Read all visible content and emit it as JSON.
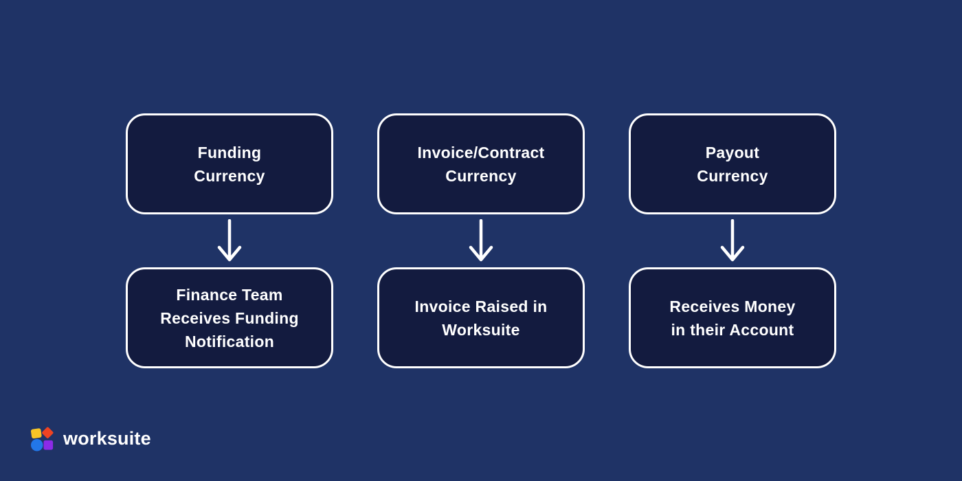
{
  "theme": {
    "bg": "#1f3366",
    "box-bg": "#131b3f",
    "box-border": "#ffffff",
    "text": "#ffffff",
    "arrow": "#ffffff"
  },
  "columns": [
    {
      "top_lines": [
        "Funding",
        "Currency"
      ],
      "bottom_lines": [
        "Finance Team",
        "Receives Funding",
        "Notification"
      ]
    },
    {
      "top_lines": [
        "Invoice/Contract",
        "Currency"
      ],
      "bottom_lines": [
        "Invoice Raised in",
        "Worksuite"
      ]
    },
    {
      "top_lines": [
        "Payout",
        "Currency"
      ],
      "bottom_lines": [
        "Receives Money",
        "in their Account"
      ]
    }
  ],
  "logo": {
    "text": "worksuite",
    "colors": {
      "yellow": "#f6c427",
      "red": "#ee4322",
      "blue": "#2277e9",
      "purple": "#8b2be8"
    }
  }
}
